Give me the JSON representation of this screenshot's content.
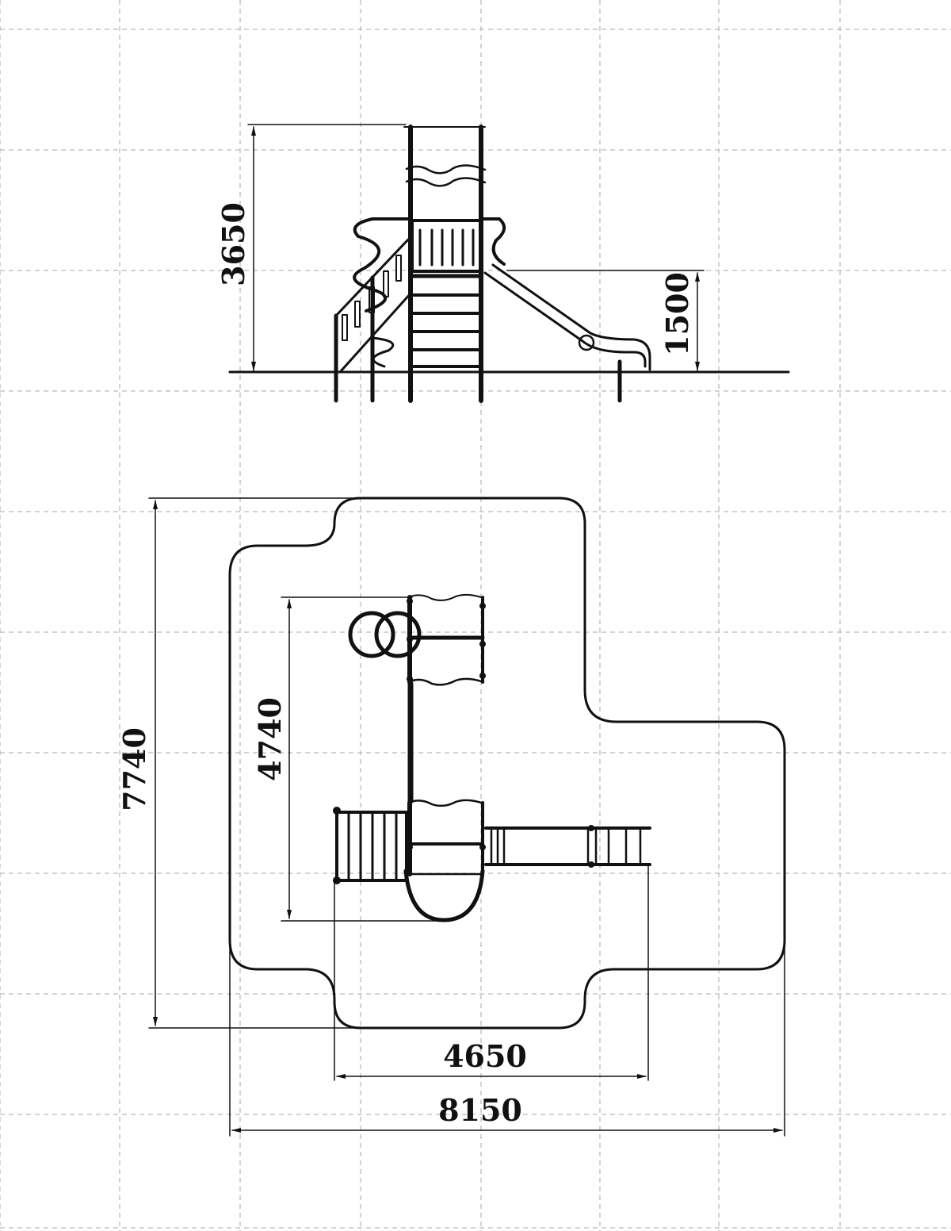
{
  "dimensions": {
    "height_total": "3650",
    "platform_height": "1500",
    "overall_length": "7740",
    "structure_length": "4740",
    "structure_width": "4650",
    "overall_width": "8150"
  }
}
